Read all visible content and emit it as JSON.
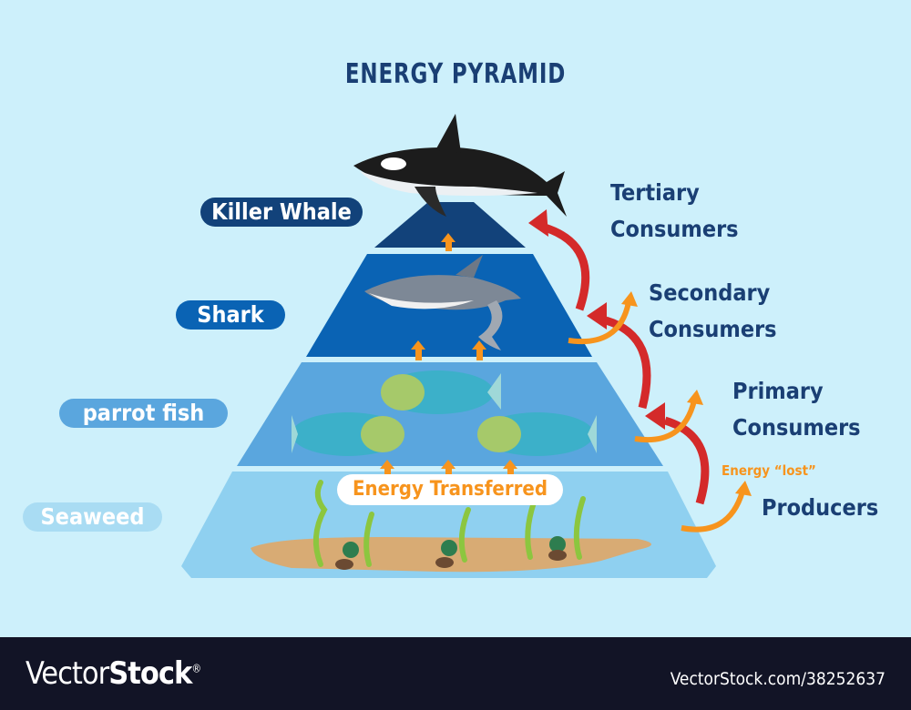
{
  "title": "ENERGY PYRAMID",
  "levels": [
    {
      "name": "Killer Whale",
      "role_line1": "Tertiary",
      "role_line2": "Consumers",
      "color": "#12427a"
    },
    {
      "name": "Shark",
      "role_line1": "Secondary",
      "role_line2": "Consumers",
      "color": "#0a63b4"
    },
    {
      "name": "parrot fish",
      "role_line1": "Primary",
      "role_line2": "Consumers",
      "color": "#5aa6de"
    },
    {
      "name": "Seaweed",
      "role_line1": "Producers",
      "color": "#8fd0f0"
    }
  ],
  "energy_lost_label": "Energy “lost”",
  "energy_transferred_label": "Energy Transferred",
  "footer": {
    "logo_light": "Vector",
    "logo_bold": "Stock",
    "logo_mark": "®",
    "url": "VectorStock.com/38252637"
  },
  "colors": {
    "arrow_red": "#d42a2a",
    "arrow_orange": "#f7941d",
    "text": "#1a3f74"
  }
}
